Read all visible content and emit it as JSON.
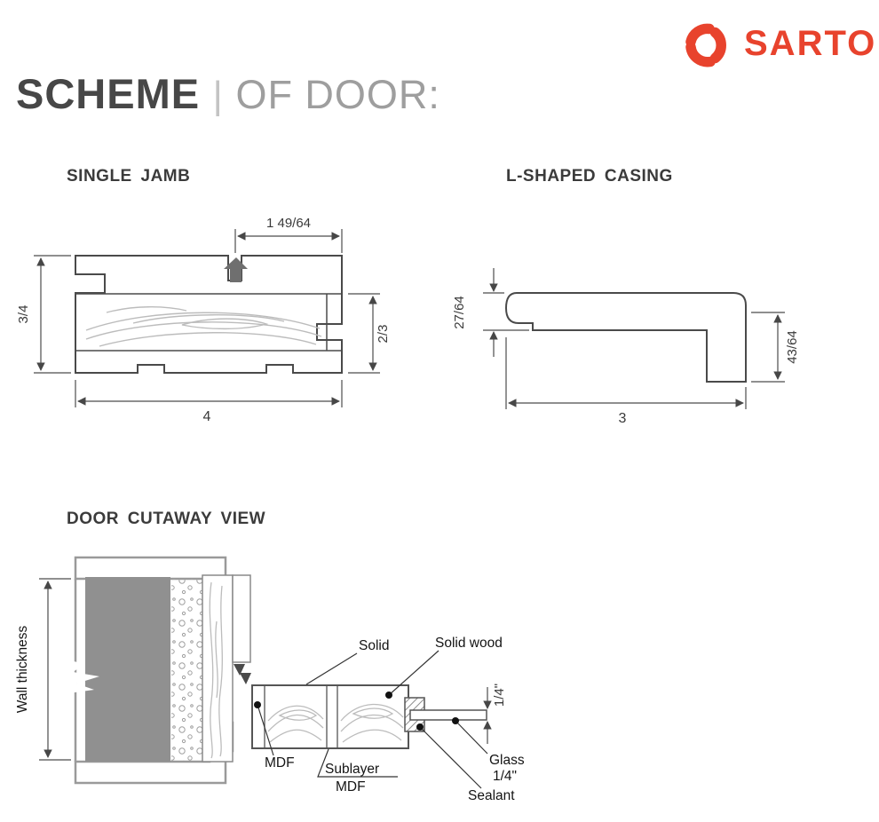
{
  "brand": {
    "name": "SARTO",
    "accent": "#e8432d"
  },
  "title": {
    "main": "SCHEME",
    "divider": "|",
    "rest": "OF DOOR:"
  },
  "single_jamb": {
    "heading": "SINGLE JAMB",
    "dim_top": "1 49/64",
    "dim_left": "3/4",
    "dim_right": "2/3",
    "dim_bottom": "4"
  },
  "l_casing": {
    "heading": "L-SHAPED CASING",
    "dim_left": "27/64",
    "dim_right": "43/64",
    "dim_bottom": "3"
  },
  "cutaway": {
    "heading": "DOOR CUTAWAY VIEW",
    "wall_label": "Wall thickness",
    "solid_label": "Solid",
    "solid_wood_label": "Solid wood",
    "glass_thickness_label": "1/4\"",
    "mdf_label": "MDF",
    "sublayer_label": "Sublayer",
    "sublayer_sub_label": "MDF",
    "glass_label": "Glass",
    "glass_size_label": "1/4\"",
    "sealant_label": "Sealant"
  }
}
